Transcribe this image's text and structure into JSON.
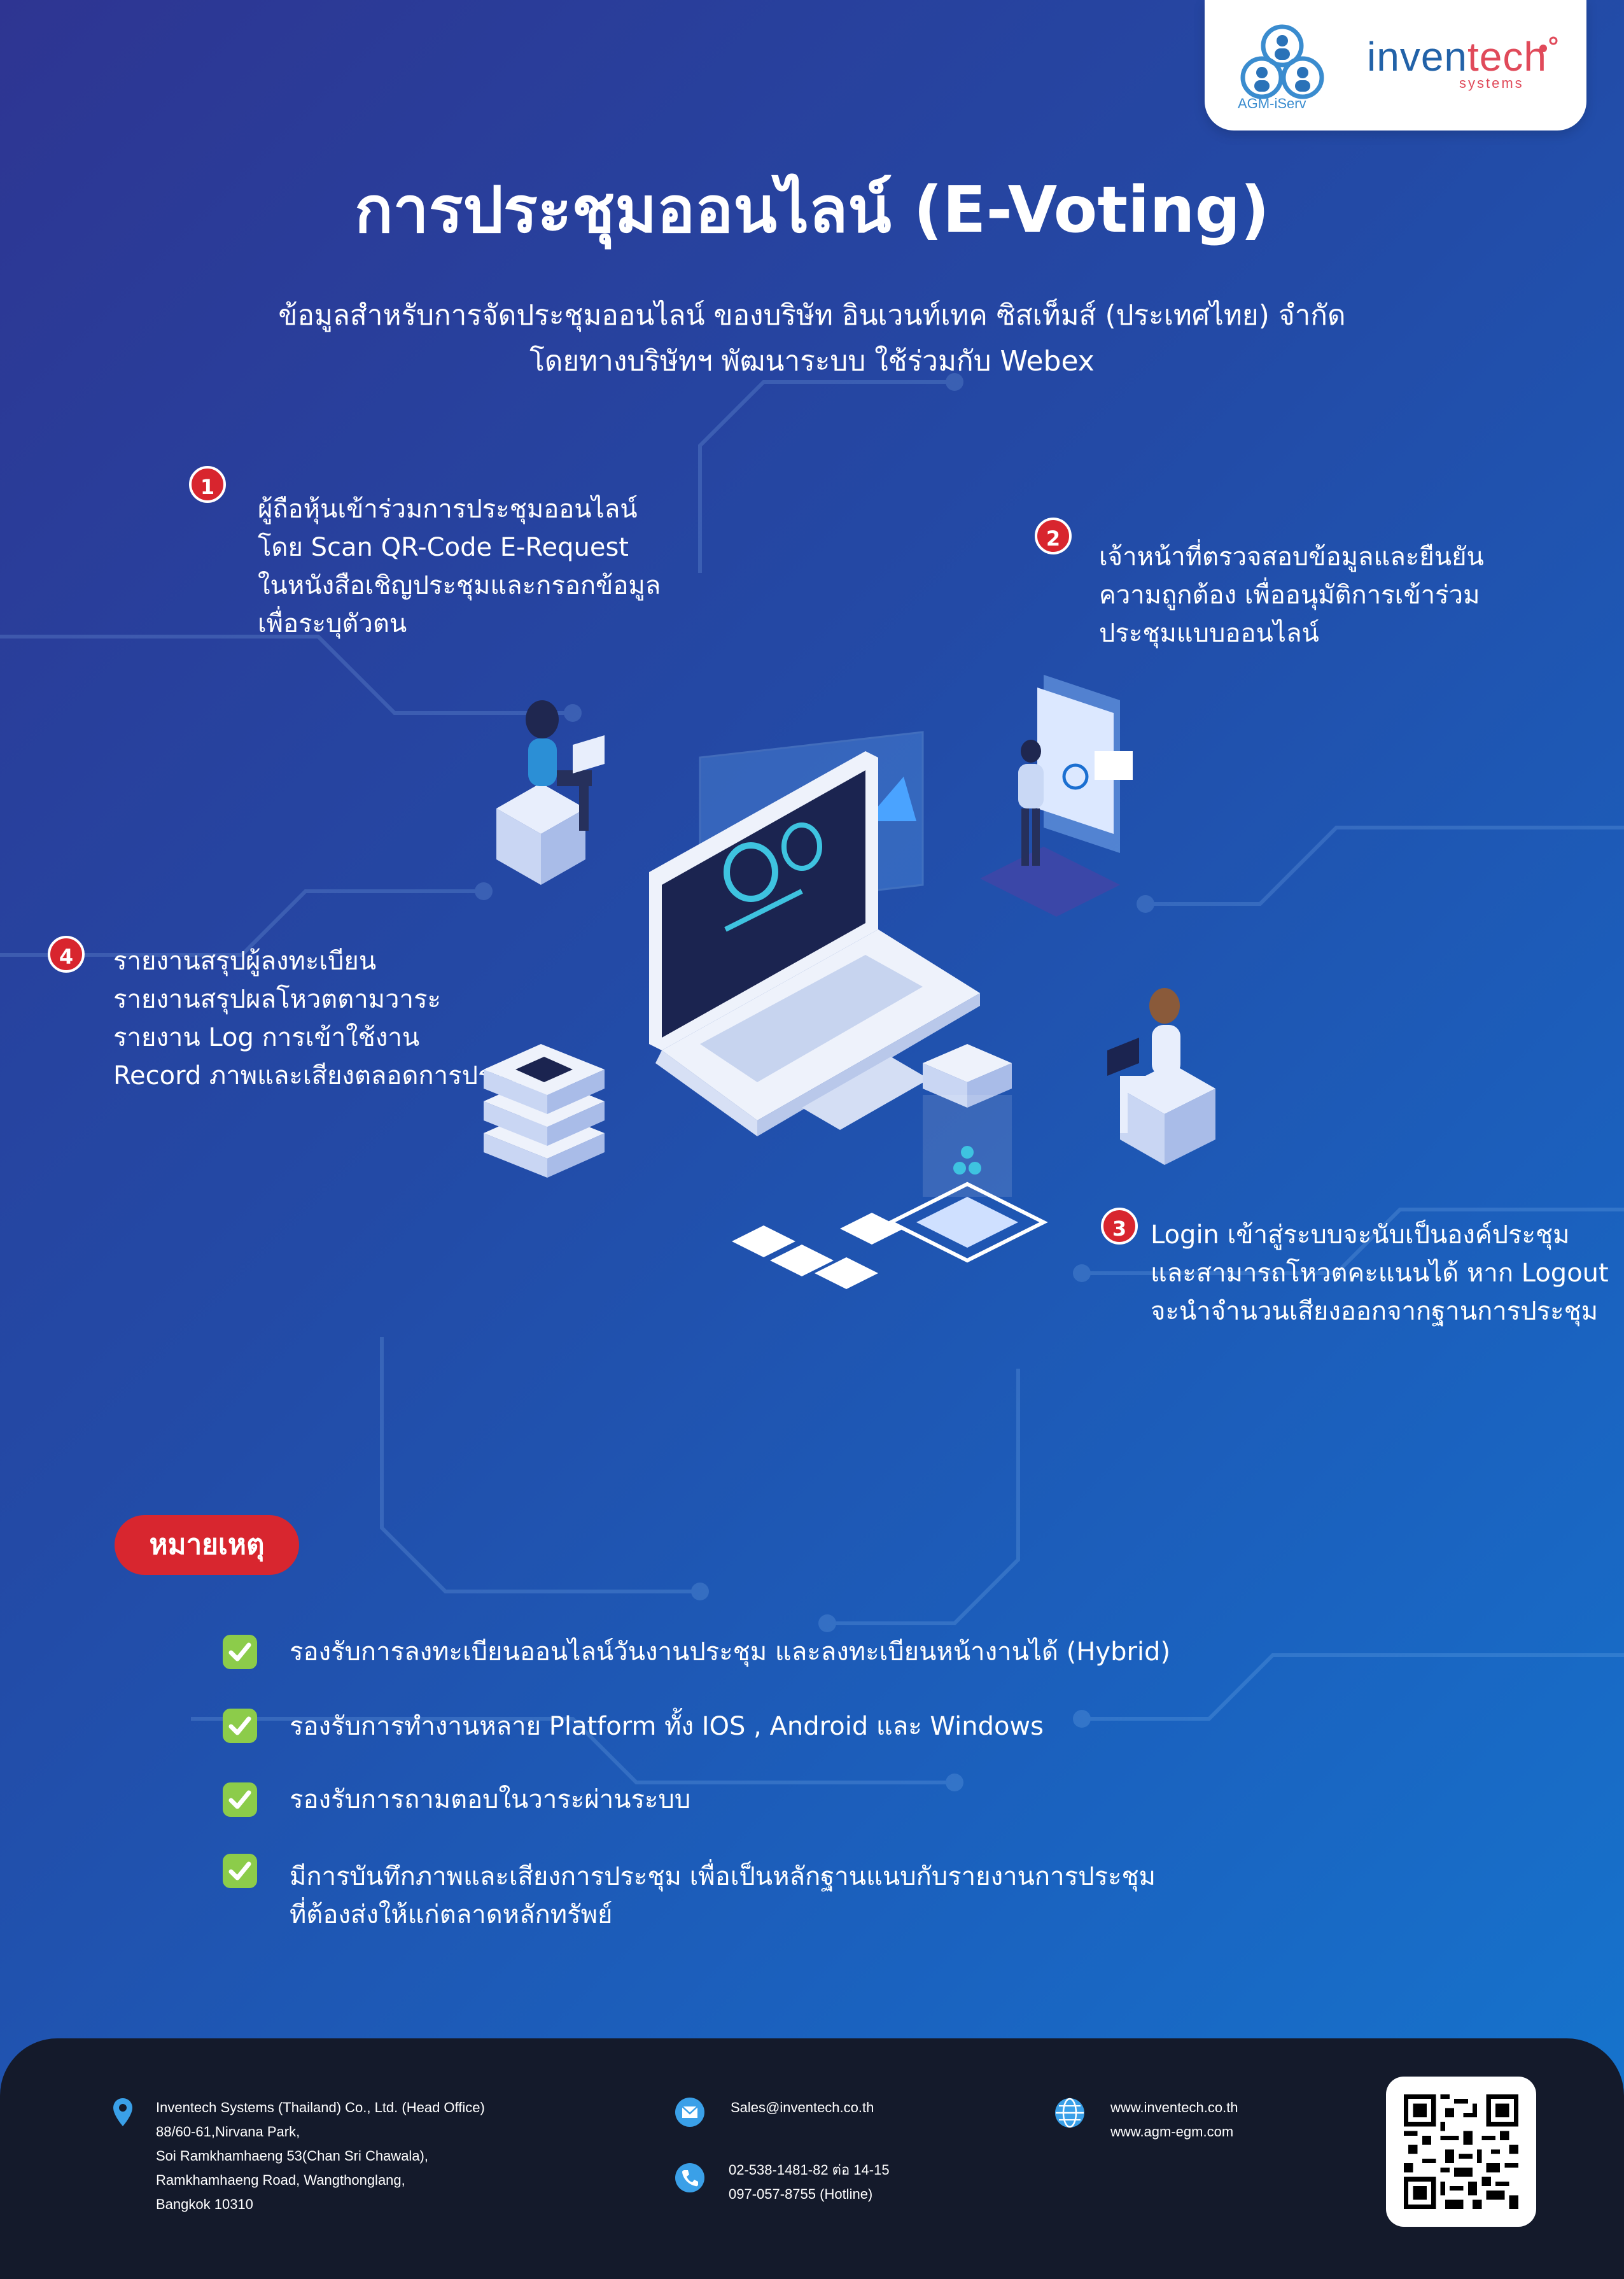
{
  "brand": {
    "agm_label": "AGM-iServ",
    "inventech_prefix": "inven",
    "inventech_highlight": "tech",
    "inventech_sub": "systems",
    "accent_red": "#d8252e",
    "accent_green": "#8ccc4a",
    "footer_bg": "#141a2b"
  },
  "title": "การประชุมออนไลน์ (E-Voting)",
  "subtitle": [
    "ข้อมูลสำหรับการจัดประชุมออนไลน์ ของบริษัท อินเวนท์เทค ซิสเท็มส์ (ประเทศไทย) จำกัด",
    "โดยทางบริษัทฯ พัฒนาระบบ ใช้ร่วมกับ Webex"
  ],
  "steps": [
    {
      "num": "1",
      "lines": [
        "ผู้ถือหุ้นเข้าร่วมการประชุมออนไลน์",
        "โดย Scan QR-Code E-Request",
        "ในหนังสือเชิญประชุมและกรอกข้อมูล",
        "เพื่อระบุตัวตน"
      ]
    },
    {
      "num": "2",
      "lines": [
        "เจ้าหน้าที่ตรวจสอบข้อมูลและยืนยัน",
        "ความถูกต้อง เพื่ออนุมัติการเข้าร่วม",
        "ประชุมแบบออนไลน์"
      ]
    },
    {
      "num": "3",
      "lines": [
        "Login เข้าสู่ระบบจะนับเป็นองค์ประชุม",
        "และสามารถโหวตคะแนนได้ หาก Logout",
        "จะนำจำนวนเสียงออกจากฐานการประชุม"
      ]
    },
    {
      "num": "4",
      "lines": [
        "รายงานสรุปผู้ลงทะเบียน",
        "รายงานสรุปผลโหวตตามวาระ",
        "รายงาน Log การเข้าใช้งาน",
        "Record ภาพและเสียงตลอดการประชุม"
      ]
    }
  ],
  "notes": {
    "label": "หมายเหตุ",
    "items": [
      [
        "รองรับการลงทะเบียนออนไลน์วันงานประชุม และลงทะเบียนหน้างานได้ (Hybrid)"
      ],
      [
        "รองรับการทำงานหลาย Platform ทั้ง IOS , Android และ Windows"
      ],
      [
        "รองรับการถามตอบในวาระผ่านระบบ"
      ],
      [
        "มีการบันทึกภาพและเสียงการประชุม เพื่อเป็นหลักฐานแนบกับรายงานการประชุม",
        "ที่ต้องส่งให้แก่ตลาดหลักทรัพย์"
      ]
    ]
  },
  "footer": {
    "address": [
      "Inventech Systems (Thailand) Co., Ltd. (Head Office)",
      "88/60-61,Nirvana Park,",
      "Soi Ramkhamhaeng 53(Chan Sri Chawala),",
      "Ramkhamhaeng Road, Wangthonglang,",
      "Bangkok 10310"
    ],
    "email": "Sales@inventech.co.th",
    "phones": [
      "02-538-1481-82 ต่อ 14-15",
      "097-057-8755 (Hotline)"
    ],
    "websites": [
      "www.inventech.co.th",
      "www.agm-egm.com"
    ],
    "icons": [
      "location-pin-icon",
      "mail-icon",
      "phone-icon",
      "globe-icon"
    ]
  }
}
